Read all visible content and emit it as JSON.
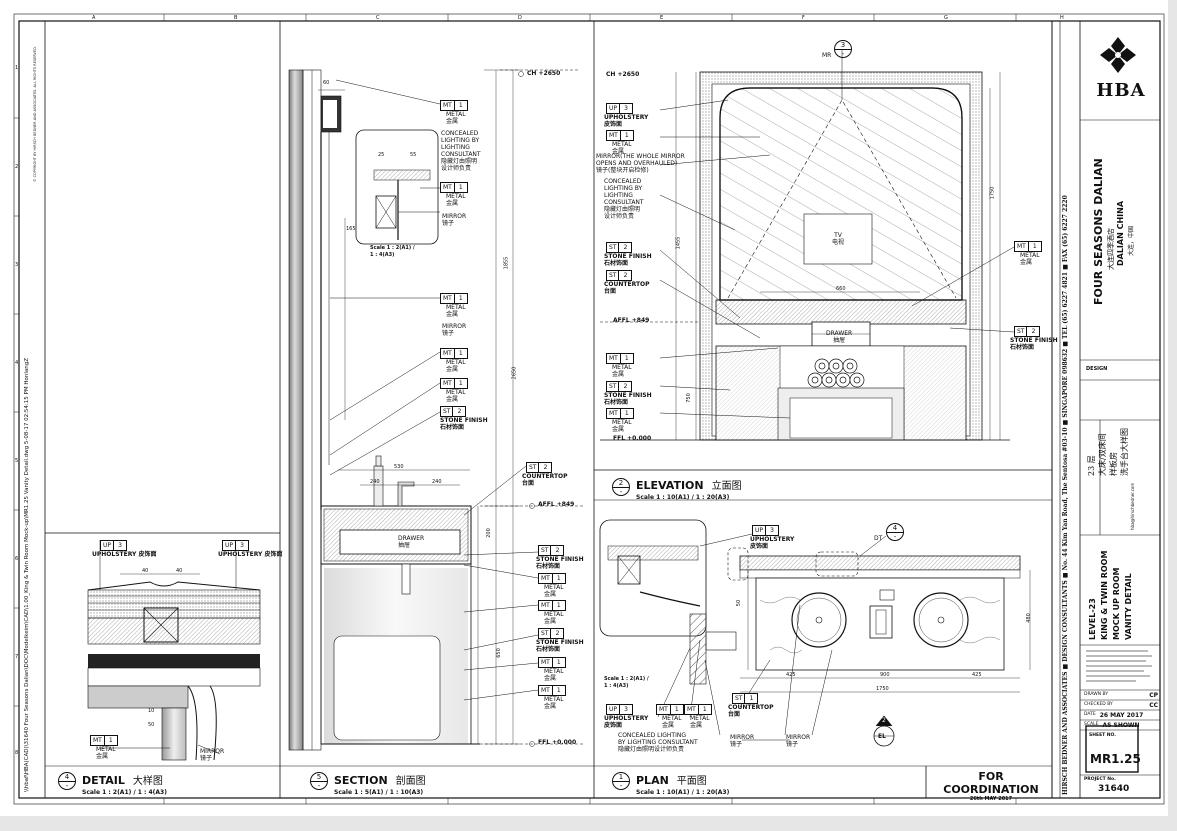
{
  "file_path": "\\\\hbaf\\HBA(CAD)\\31640 Four Seasons Dalian\\DOC\\Modelkeim\\CAD\\1.00_King & Twin Room Mock-up\\MR1.25 Vanity Detail.dwg   5-08-17   02:54:15 PM   HonlangZ",
  "copyright": "© COPYRIGHT BY HIRSCH BEDNER AND ASSOCIATES. ALL RIGHTS RESERVED.",
  "grid_cols": [
    "A",
    "B",
    "C",
    "D",
    "E",
    "F",
    "G",
    "H"
  ],
  "grid_rows": [
    "1",
    "2",
    "3",
    "4",
    "5",
    "6",
    "7",
    "8"
  ],
  "views": {
    "detail": {
      "num": "4",
      "sheet": "-",
      "name": "DETAIL",
      "cn": "大样图",
      "scale": "Scale 1 : 2(A1) / 1 : 4(A3)"
    },
    "section": {
      "num": "5",
      "sheet": "-",
      "name": "SECTION",
      "cn": "剖面图",
      "scale": "Scale 1 : 5(A1) / 1 : 10(A3)"
    },
    "elevation": {
      "num": "2",
      "sheet": "-",
      "name": "ELEVATION",
      "cn": "立面图",
      "scale": "Scale 1 : 10(A1) / 1 : 20(A3)"
    },
    "plan": {
      "num": "1",
      "sheet": "-",
      "name": "PLAN",
      "cn": "平面图",
      "scale": "Scale 1 : 10(A1) / 1 : 20(A3)"
    }
  },
  "coordination": {
    "text": "FOR COORDINATION",
    "date": "26th MAY 2017"
  },
  "tags": {
    "up": "UP",
    "mt": "MT",
    "st": "ST",
    "n1": "1",
    "n2": "2",
    "n3": "3",
    "metal": "METAL",
    "metal_cn": "金属",
    "upholstery": "UPHOLSTERY",
    "upholstery_cn": "皮饰面",
    "stone": "STONE FINISH",
    "stone_cn": "石材饰面",
    "countertop": "COUNTERTOP",
    "countertop_cn": "台面",
    "mirror": "MIRROR",
    "mirror_cn": "镜子",
    "lighting": "CONCEALED LIGHTING BY LIGHTING CONSULTANT",
    "lighting_l1": "CONCEALED",
    "lighting_l2": "LIGHTING BY",
    "lighting_l3": "LIGHTING",
    "lighting_l4": "CONSULTANT",
    "lighting_cn": "隐藏灯由照明设计师负责",
    "lighting_cn_l1": "隐藏灯由照明",
    "lighting_cn_l2": "设计师负责",
    "mirror_open_l1": "MIRROR(THE WHOLE MIRROR",
    "mirror_open_l2": "OPENS AND OVERHAULED)",
    "mirror_open_cn": "镜子(整块开启检修)",
    "drawer": "DRAWER",
    "drawer_cn": "抽屉",
    "tv": "TV",
    "tv_cn": "电视",
    "plan_light_l1": "CONCEALED LIGHTING",
    "plan_light_l2": "BY LIGHTING CONSULTANT",
    "plan_light_cn": "隐藏灯由照明设计师负责"
  },
  "levels": {
    "ch": "CH +2650",
    "affl": "AFFL +849",
    "ffl": "FFL +0.000",
    "affl2": "AFFL +849",
    "ffl2": "FFL +0.000",
    "ch2": "CH +2650"
  },
  "inset_scale": "Scale 1 : 2(A1) / 1 : 4(A3)",
  "inset_scale_l1": "Scale 1 : 2(A1) /",
  "inset_scale_l2": "1 : 4(A3)",
  "callouts": {
    "mr": "MR",
    "mr_num": "3",
    "dt": "DT",
    "dt_num": "4",
    "el": "EL",
    "el_num": "2"
  },
  "dims": {
    "sec_top": "60",
    "sec_530": "530",
    "sec_240a": "240",
    "sec_240b": "240",
    "sec_1855": "1855",
    "sec_2650": "2650",
    "sec_650": "650",
    "sec_200": "200",
    "el_1455": "1455",
    "el_660": "660",
    "el_750": "750",
    "el_1750": "1750",
    "pl_425a": "425",
    "pl_900": "900",
    "pl_425b": "425",
    "pl_1750": "1750",
    "pl_480": "480",
    "pl_50": "50",
    "dt_40a": "40",
    "dt_40b": "40",
    "dt_50": "50",
    "dt_10": "10",
    "ins_25": "25",
    "ins_55": "55",
    "ins_165": "165"
  },
  "title_block": {
    "logo": "HBA",
    "project_en": "FOUR SEASONS DALIAN",
    "project_cn": "大连四季酒店",
    "location_en": "DALIAN CHINA",
    "location_cn": "大连，中国",
    "status": "DESIGN",
    "drawing_en_l1": "LEVEL-23",
    "drawing_en_l2": "KING & TWIN ROOM",
    "drawing_en_l3": "MOCK UP ROOM",
    "drawing_en_l4": "VANITY DETAIL",
    "drawing_cn_l1": "23 层",
    "drawing_cn_l2": "大床/双床间",
    "drawing_cn_l3": "样板房",
    "drawing_cn_l4": "洗手台大样图",
    "email": "hba@hirschbedner.com",
    "drawn_label": "DRAWN BY",
    "drawn": "CP",
    "checked_label": "CHECKED BY",
    "checked": "CC",
    "date_label": "DATE",
    "date": "26 MAY 2017",
    "scale_label": "SCALE",
    "scale": "AS SHOWN",
    "sheet_label": "SHEET NO.",
    "sheet": "MR1.25",
    "project_no_label": "PROJECT No.",
    "project_no": "31640",
    "side_company": "HIRSCH BEDNER AND ASSOCIATES  ■  DESIGN CONSULTANTS  ■  No. 44 Kim Yan Road, The Sentosa #03-10  ■  SINGAPORE 098632  ■  TEL (65) 6227 4821  ■  FAX (65) 6227 2220"
  }
}
